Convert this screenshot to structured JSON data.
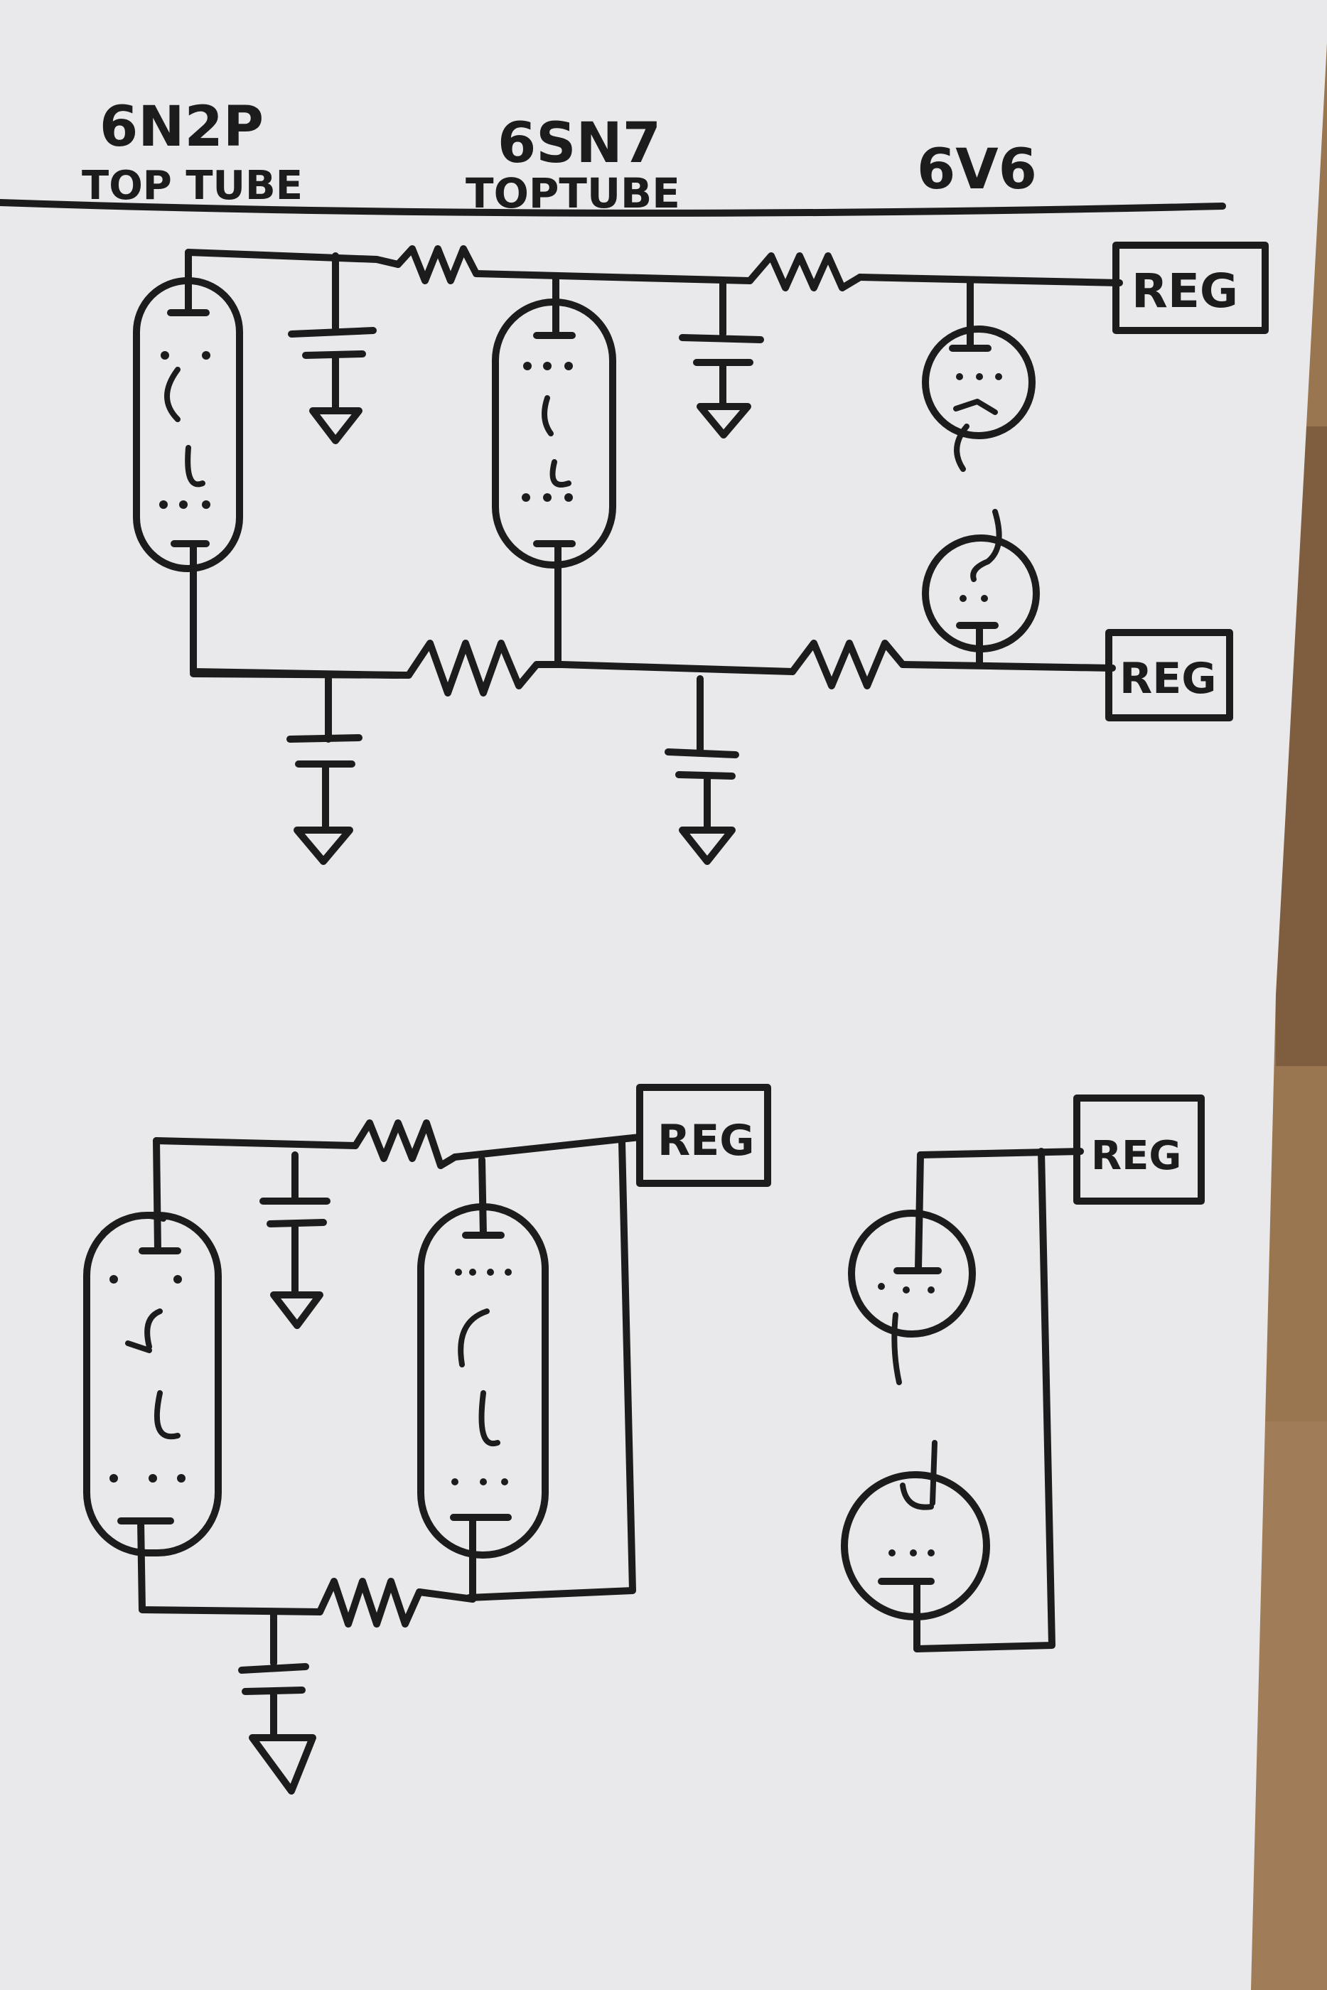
{
  "labels": {
    "tube1_type": "6N2P",
    "tube1_note": "TOP TUBE",
    "tube2_type": "6SN7",
    "tube2_note": "TOPTUBE",
    "tube3_type": "6V6"
  },
  "regulators": {
    "reg_top": "REG",
    "reg_mid": "REG",
    "reg_bottom_left": "REG",
    "reg_bottom_right": "REG"
  },
  "colors": {
    "paper": "#e9e9ec",
    "ink": "#1c1c1c",
    "wood": "#8b6a48"
  }
}
